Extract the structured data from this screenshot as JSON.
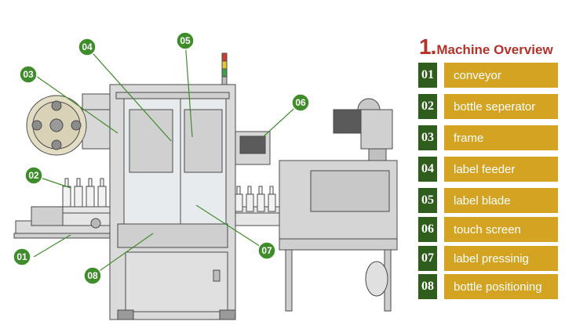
{
  "title": {
    "number": "1.",
    "text": "Machine Overview"
  },
  "legend": [
    {
      "num": "01",
      "label": "conveyor"
    },
    {
      "num": "02",
      "label": "bottle seperator"
    },
    {
      "num": "03",
      "label": "frame"
    },
    {
      "num": "04",
      "label": "label feeder"
    },
    {
      "num": "05",
      "label": "label blade"
    },
    {
      "num": "06",
      "label": "touch screen"
    },
    {
      "num": "07",
      "label": "label pressinig"
    },
    {
      "num": "08",
      "label": "bottle positioning"
    }
  ],
  "callouts": [
    "01",
    "02",
    "03",
    "04",
    "05",
    "06",
    "07",
    "08"
  ],
  "colors": {
    "callout_green": "#3f8c2a",
    "legend_green": "#2f5d1c",
    "legend_gold": "#d4a321",
    "title_red": "#b5322a"
  }
}
